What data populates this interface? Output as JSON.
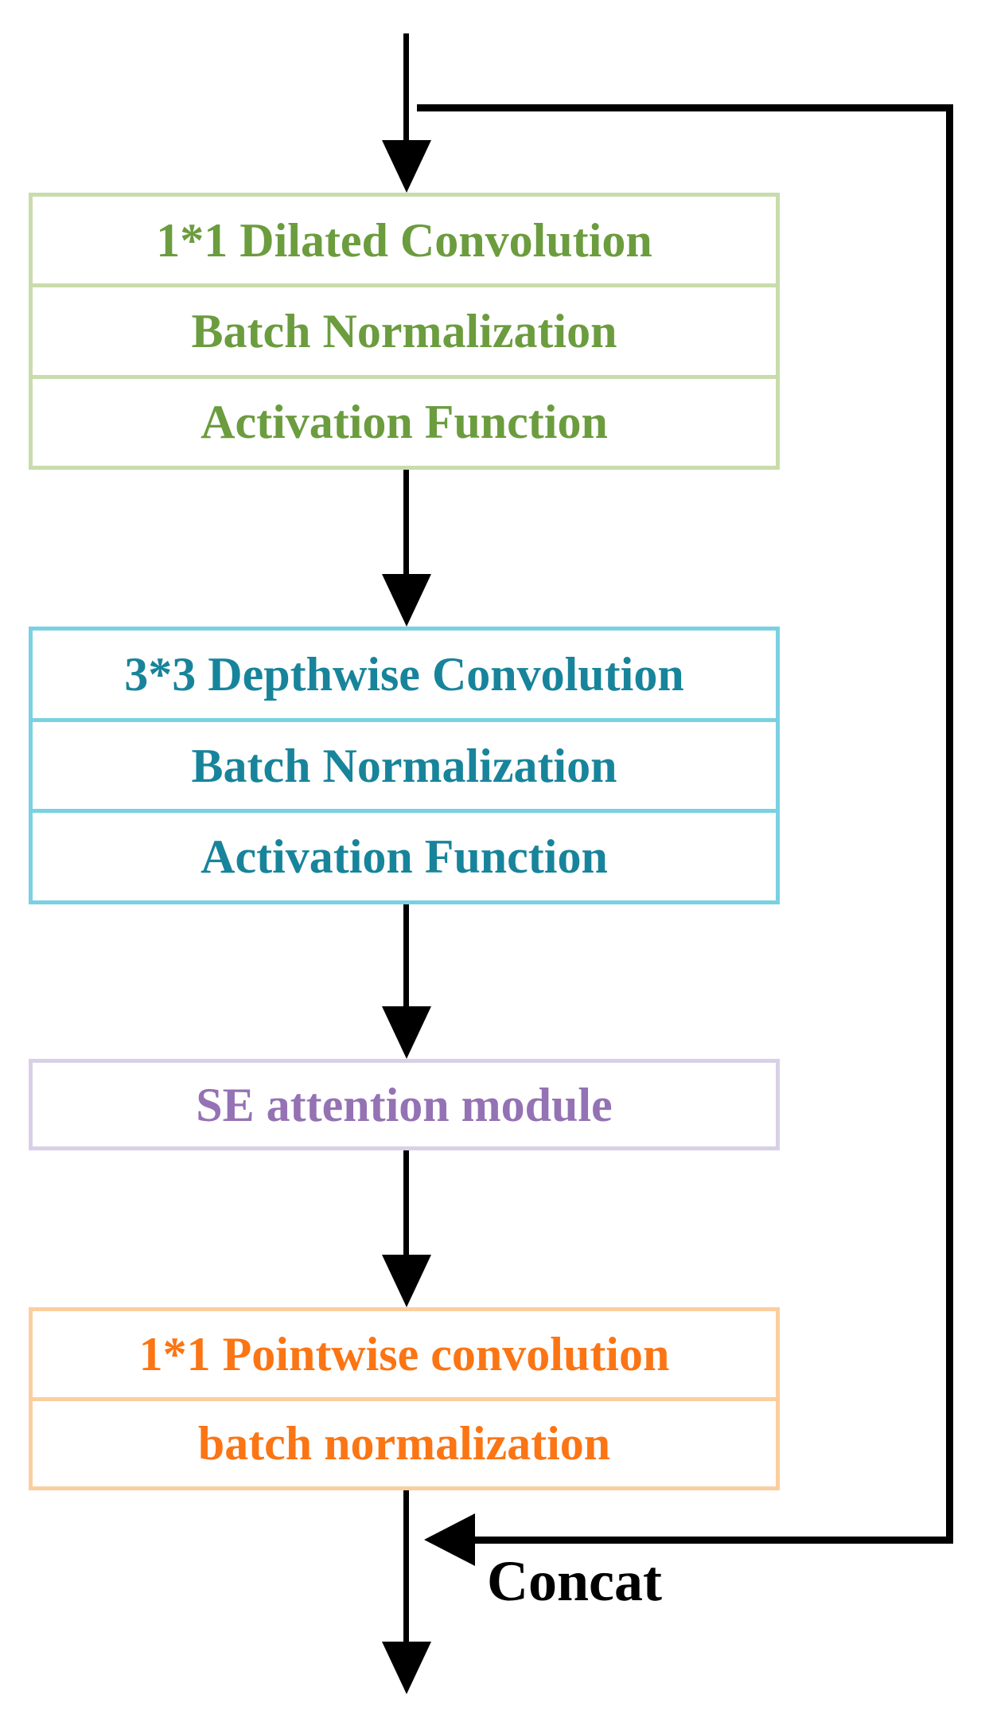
{
  "diagram": {
    "title": "inverted-residual block with SE attention (flow diagram)",
    "arrow_color": "#000000",
    "background_color": "#ffffff",
    "blocks": [
      {
        "id": "dilated-conv-block",
        "border_color": "#c9dcab",
        "text_color": "#6b9c3e",
        "rows": [
          "1*1 Dilated Convolution",
          "Batch Normalization",
          "Activation Function"
        ]
      },
      {
        "id": "depthwise-conv-block",
        "border_color": "#7ad1e1",
        "text_color": "#17849b",
        "rows": [
          "3*3 Depthwise Convolution",
          "Batch Normalization",
          "Activation Function"
        ]
      },
      {
        "id": "se-attention-block",
        "border_color": "#d9d0e7",
        "text_color": "#9472b4",
        "rows": [
          "SE attention module"
        ]
      },
      {
        "id": "pointwise-conv-block",
        "border_color": "#fcce9f",
        "text_color": "#fb7514",
        "rows": [
          "1*1 Pointwise convolution",
          "batch normalization"
        ]
      }
    ],
    "labels": {
      "concat": "Concat"
    }
  }
}
